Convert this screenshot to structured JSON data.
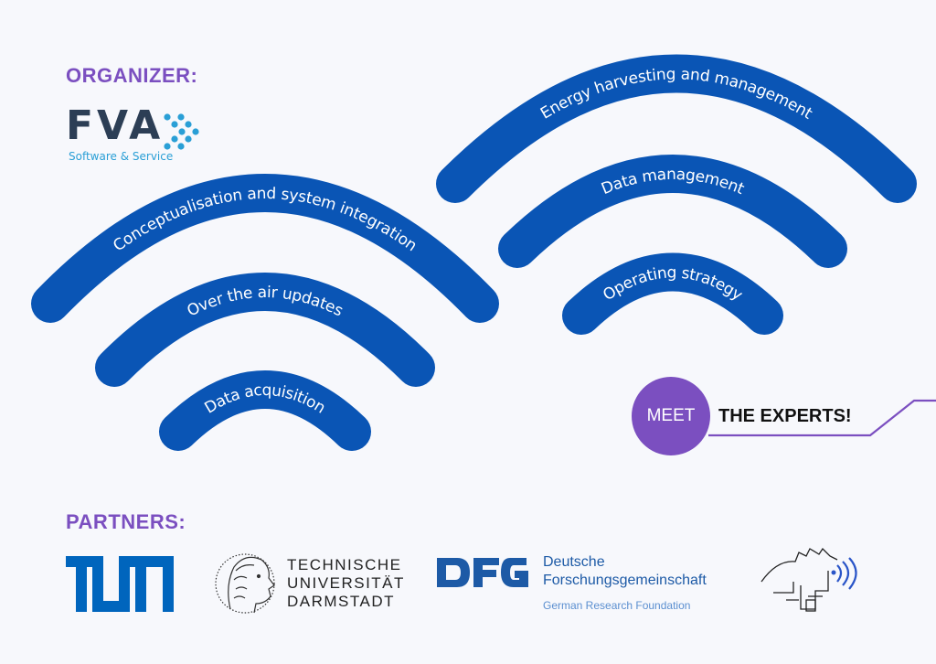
{
  "organizer": {
    "heading": "ORGANIZER:",
    "logo_text": "FVA",
    "logo_subtitle": "Software & Service"
  },
  "topics": {
    "left": [
      "Conceptualisation and system integration",
      "Over the air updates",
      "Data acquisition"
    ],
    "right": [
      "Energy harvesting and management",
      "Data management",
      "Operating strategy"
    ]
  },
  "callout": {
    "meet": "MEET",
    "experts": "THE EXPERTS!"
  },
  "partners": {
    "heading": "PARTNERS:",
    "tud_lines": [
      "TECHNISCHE",
      "UNIVERSITÄT",
      "DARMSTADT"
    ],
    "dfg_logo": "DFG",
    "dfg_name_lines": [
      "Deutsche",
      "Forschungsgemeinschaft"
    ],
    "dfg_subtitle": "German Research Foundation",
    "tum_logo": "TUM"
  },
  "colors": {
    "arc_blue": "#0a55b5",
    "accent_purple": "#7b4fc0",
    "fva_dark": "#2c3e55",
    "fva_cyan": "#2a9fd6",
    "tum_blue": "#0065bd",
    "dfg_blue": "#1d5aa6"
  }
}
